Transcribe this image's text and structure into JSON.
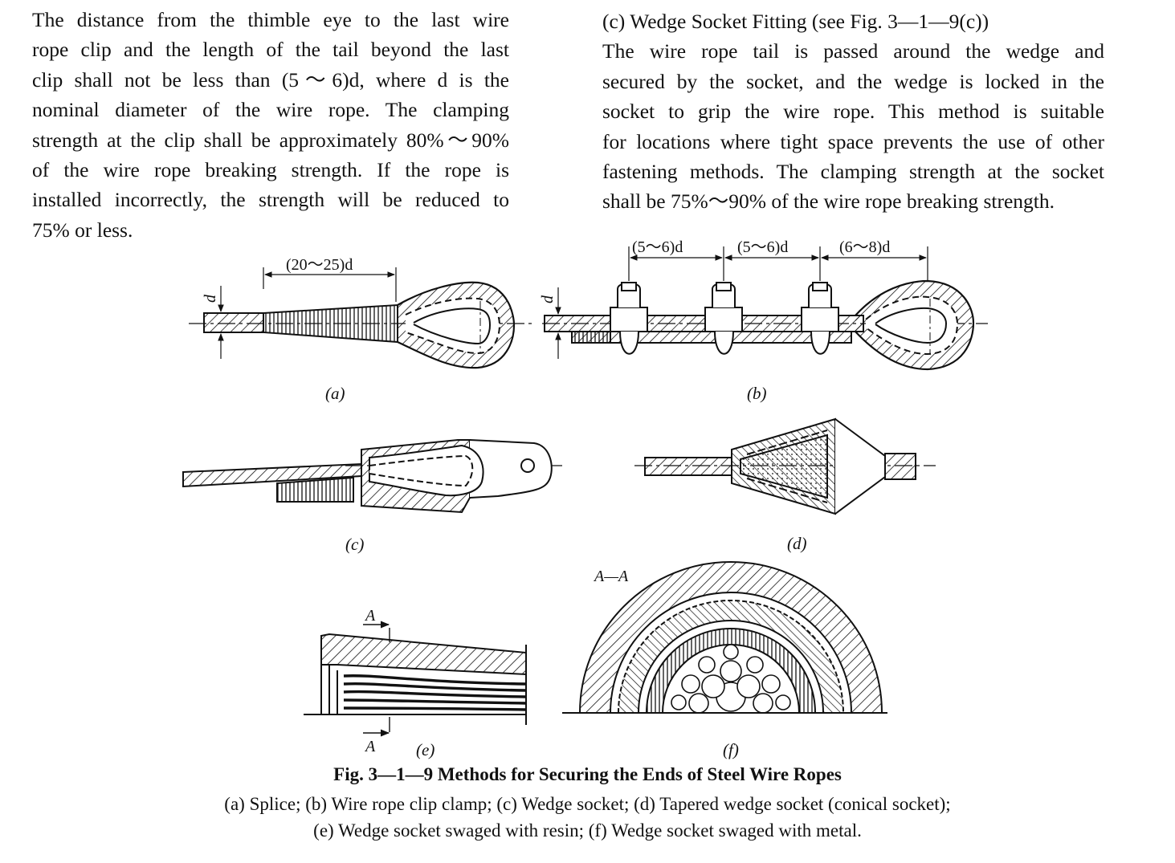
{
  "left_paragraph": {
    "lines": [
      "The distance from the thimble eye to the last wire",
      "rope clip and the length of the tail beyond the last",
      "clip shall not be less than (5～6)d, where d is the",
      "nominal diameter of the wire rope. The clamping",
      "strength at the clip shall be approximately 80%～90%",
      "of the wire rope breaking strength. If the rope is",
      "installed incorrectly, the strength will be reduced to",
      "75% or less."
    ]
  },
  "right_paragraph": {
    "heading": "(c) Wedge Socket Fitting (see Fig. 3—1—9(c))",
    "lines": [
      "The wire rope tail is passed around the wedge and",
      "secured by the socket, and the wedge is locked in the",
      "socket to grip the wire rope. This method is suitable",
      "for locations where tight space prevents the use of other",
      "fastening methods. The clamping strength at the socket",
      "shall be 75%～90% of the wire rope breaking strength."
    ]
  },
  "figure": {
    "a": {
      "label": "(a)",
      "dimension": "(20～25)d",
      "diameter": "d"
    },
    "b": {
      "label": "(b)",
      "dimensions": [
        "(5～6)d",
        "(5～6)d",
        "(6～8)d"
      ],
      "diameter": "d"
    },
    "c": {
      "label": "(c)"
    },
    "d": {
      "label": "(d)"
    },
    "e": {
      "label": "(e)",
      "section_mark": "A"
    },
    "f": {
      "label": "(f)",
      "section": "A—A"
    }
  },
  "caption": {
    "title": "Fig. 3—1—9   Methods for Securing the Ends of Steel Wire Ropes",
    "line1": "(a) Splice; (b) Wire rope clip clamp; (c) Wedge socket; (d) Tapered wedge socket (conical socket);",
    "line2": "(e) Wedge socket swaged with resin; (f) Wedge socket swaged with metal."
  }
}
